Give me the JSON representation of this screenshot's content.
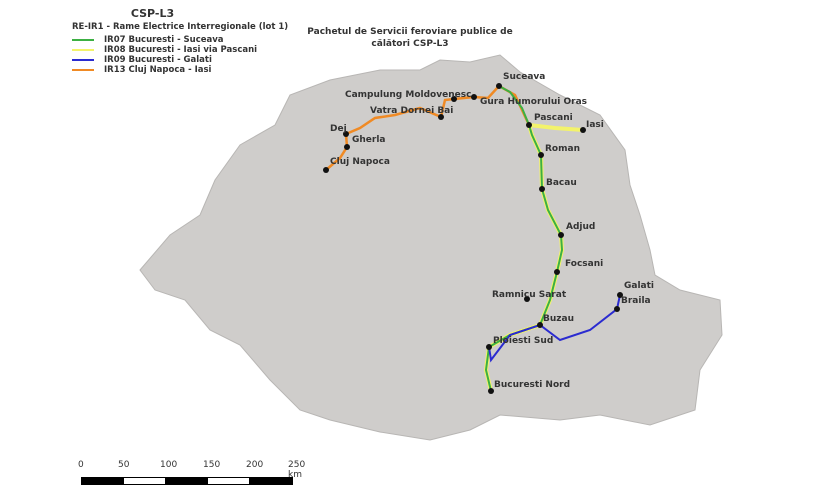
{
  "legend": {
    "title": "CSP-L3",
    "subtitle": "RE-IR1 - Rame Electrice Interregionale (lot 1)",
    "items": [
      {
        "label": "IR07 Bucuresti - Suceava",
        "color": "#3cb043"
      },
      {
        "label": "IR08 Bucuresti - Iasi via Pascani",
        "color": "#f3f36b"
      },
      {
        "label": "IR09 Bucuresti - Galati",
        "color": "#2b2bd0"
      },
      {
        "label": "IR13 Cluj Napoca - Iasi",
        "color": "#f08a24"
      }
    ]
  },
  "title": "Pachetul de Servicii feroviare publice de călători CSP-L3",
  "stations": [
    "Suceava",
    "Gura Humorului Oras",
    "Campulung Moldovenesc",
    "Vatra Dornei Bai",
    "Dej",
    "Gherla",
    "Cluj Napoca",
    "Pascani",
    "Iasi",
    "Roman",
    "Bacau",
    "Adjud",
    "Focsani",
    "Ramnicu Sarat",
    "Buzau",
    "Ploiesti Sud",
    "Bucuresti Nord",
    "Galati",
    "Braila"
  ],
  "scale": {
    "ticks": [
      "0",
      "50",
      "100",
      "150",
      "200",
      "250 km"
    ]
  }
}
